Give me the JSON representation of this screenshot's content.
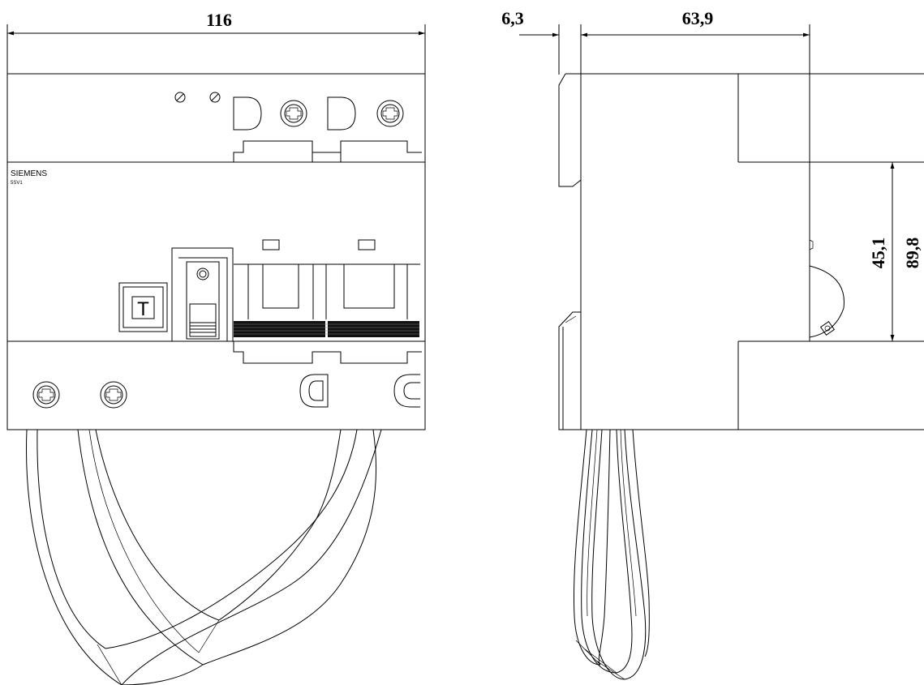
{
  "dimensions": {
    "front_width": "116",
    "side_front_offset": "6,3",
    "side_depth": "63,9",
    "inner_height": "45,1",
    "total_height": "89,8"
  },
  "device": {
    "brand": "SIEMENS",
    "model": "5SV1",
    "test_button_label": "T"
  }
}
